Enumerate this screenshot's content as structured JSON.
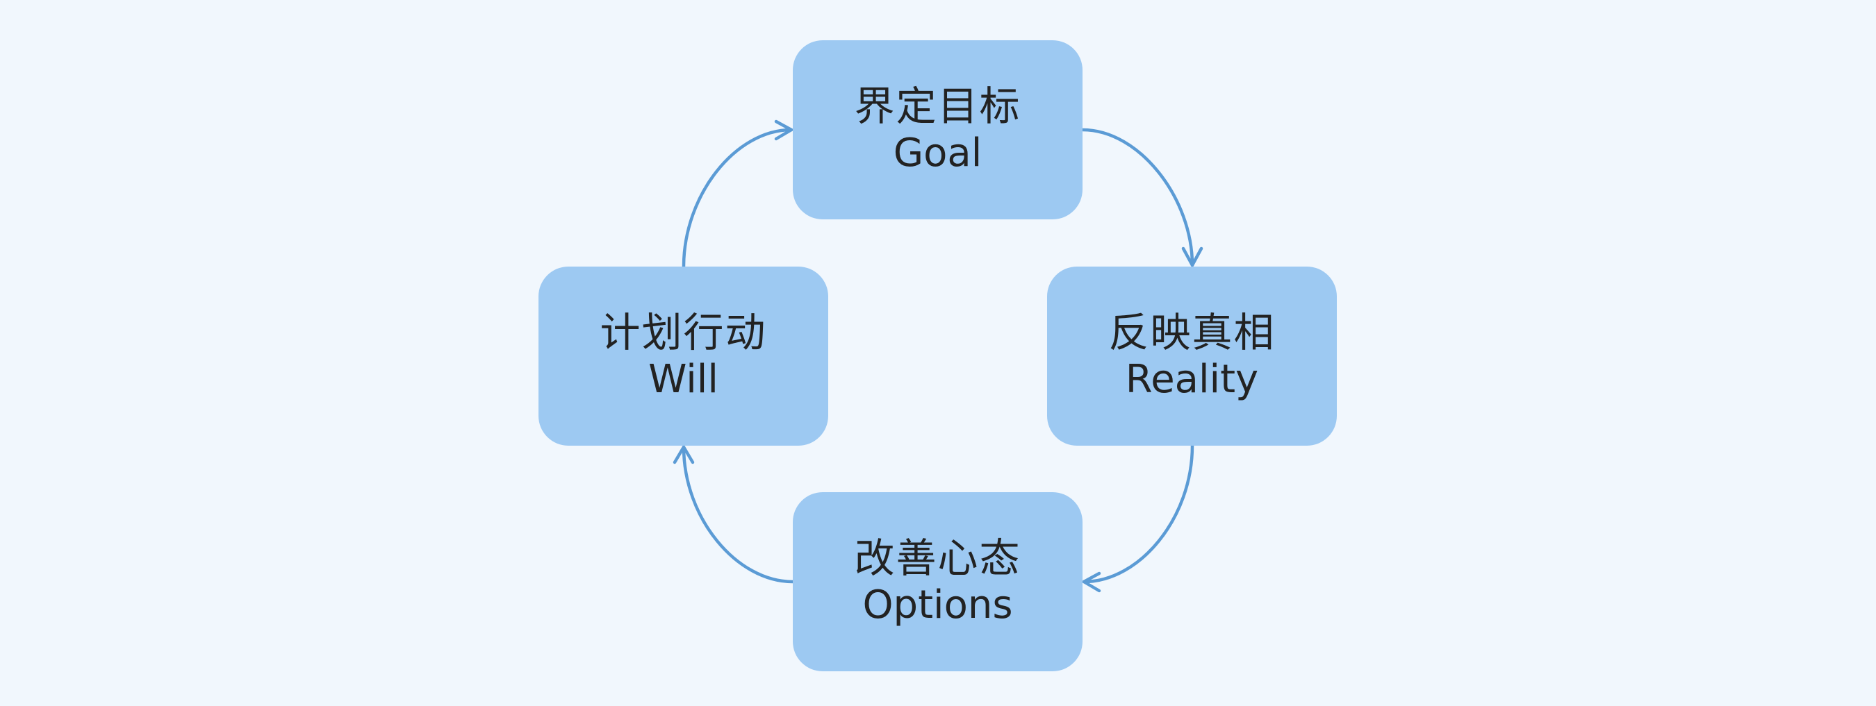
{
  "diagram": {
    "type": "cycle",
    "colors": {
      "background": "#f1f7fd",
      "node_fill": "#9dc9f2",
      "connector": "#5b9bd5",
      "text": "#222222"
    },
    "nodes": [
      {
        "id": "goal",
        "zh": "界定目标",
        "en": "Goal"
      },
      {
        "id": "reality",
        "zh": "反映真相",
        "en": "Reality"
      },
      {
        "id": "options",
        "zh": "改善心态",
        "en": "Options"
      },
      {
        "id": "will",
        "zh": "计划行动",
        "en": "Will"
      }
    ],
    "edges": [
      {
        "from": "goal",
        "to": "reality"
      },
      {
        "from": "reality",
        "to": "options"
      },
      {
        "from": "options",
        "to": "will"
      },
      {
        "from": "will",
        "to": "goal"
      }
    ]
  }
}
